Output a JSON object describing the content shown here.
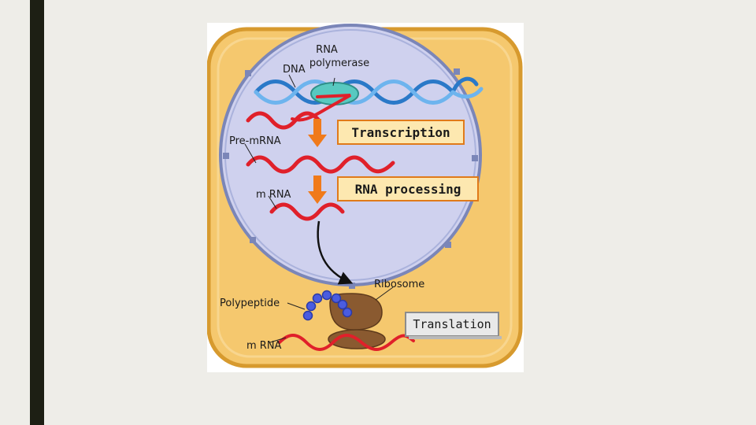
{
  "slide": {
    "accent_bar_color": "#1d1f14",
    "background_color": "#eeede8"
  },
  "diagram": {
    "labels": {
      "rna_polymerase_line1": "RNA",
      "rna_polymerase_line2": "polymerase",
      "dna": "DNA",
      "pre_mrna": "Pre-mRNA",
      "mrna_nucleus": "m RNA",
      "ribosome": "Ribosome",
      "polypeptide": "Polypeptide",
      "mrna_cytoplasm": "m RNA"
    },
    "process_boxes": {
      "transcription": "Transcription",
      "rna_processing": "RNA processing",
      "translation": "Translation"
    },
    "colors": {
      "cell": "#f5c86e",
      "cell_border": "#d79a2e",
      "nucleus": "#cfd1ee",
      "nucleus_border": "#7b86b8",
      "dna": "#3b8fd8",
      "rna": "#e0202a",
      "arrow": "#f07a1a",
      "ribosome": "#8a5a30",
      "polypeptide": "#4a5ce0",
      "box_fill": "#fde8b0",
      "translation_box_fill": "#e9e9e9"
    }
  }
}
